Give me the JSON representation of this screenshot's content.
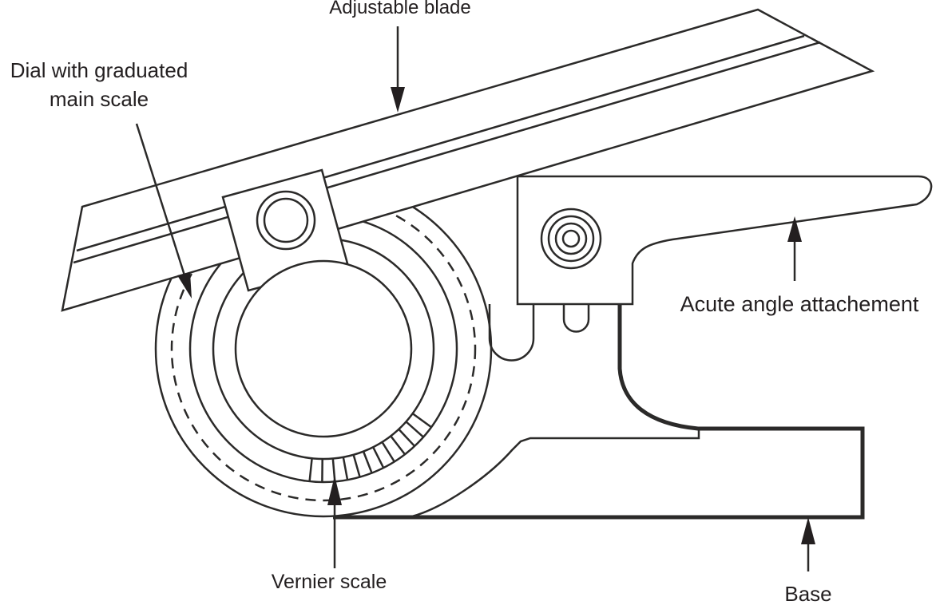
{
  "diagram": {
    "background": "#ffffff",
    "line_color": "#2b2a29",
    "text_color": "#231f20",
    "labels": {
      "adjustable_blade": "Adjustable blade",
      "dial_line1": "Dial with graduated",
      "dial_line2": "main scale",
      "acute_attachment": "Acute angle attachement",
      "vernier_scale": "Vernier scale",
      "base": "Base"
    }
  }
}
